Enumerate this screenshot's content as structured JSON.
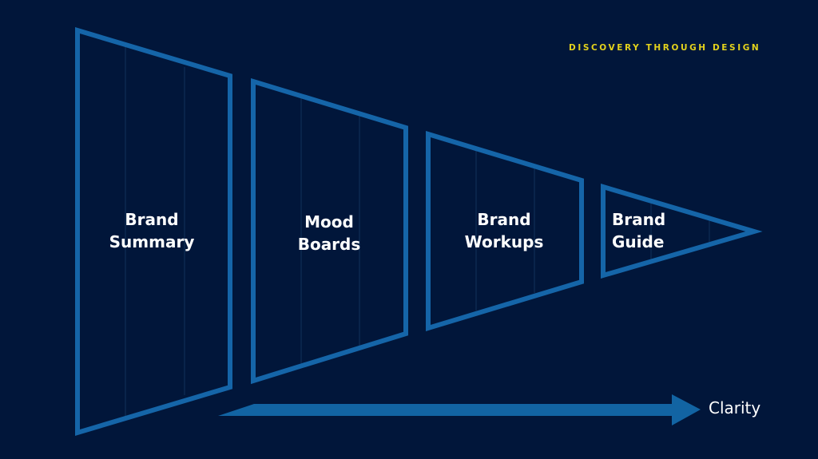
{
  "tagline": "DISCOVERY THROUGH DESIGN",
  "stages": [
    {
      "line1": "Brand",
      "line2": "Summary"
    },
    {
      "line1": "Mood",
      "line2": "Boards"
    },
    {
      "line1": "Brand",
      "line2": "Workups"
    },
    {
      "line1": "Brand",
      "line2": "Guide"
    }
  ],
  "arrow": {
    "label": "Clarity"
  },
  "colors": {
    "background": "#01163a",
    "stroke": "#1565a8",
    "arrow": "#1264a3",
    "inner_lines": "#0f2d55",
    "tagline": "#e3d21c",
    "text": "#ffffff"
  }
}
